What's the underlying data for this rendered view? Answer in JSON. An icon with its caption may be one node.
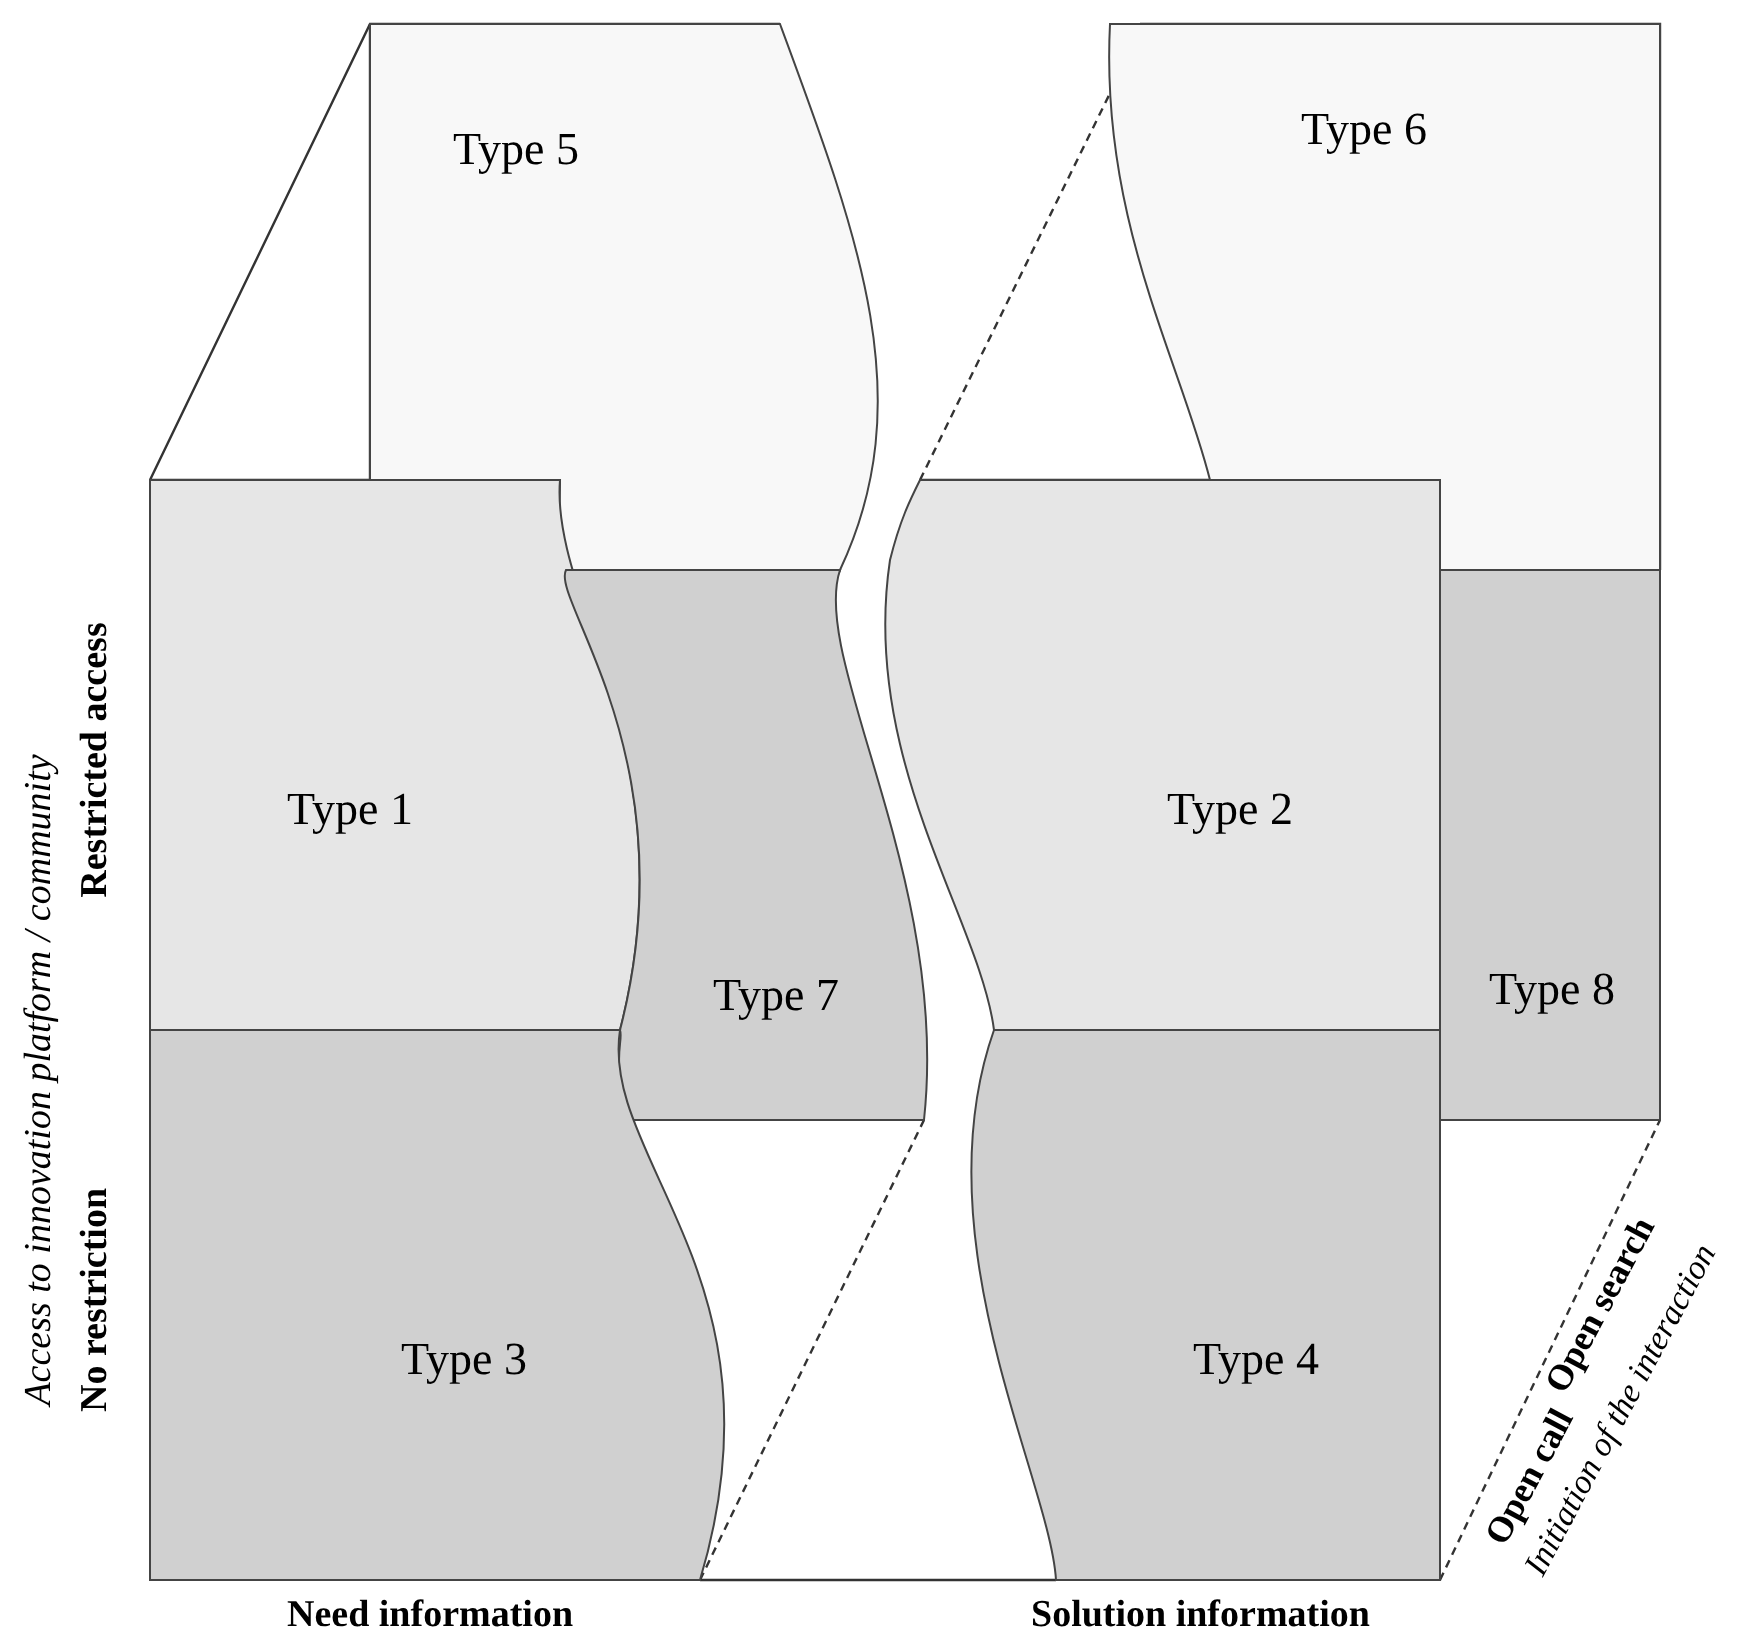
{
  "diagram": {
    "nodes": [
      {
        "text": [
          "Type 5"
        ]
      },
      {
        "text": [
          "Type 6"
        ]
      },
      {
        "text": [
          "Type 1"
        ]
      },
      {
        "text": [
          "Type 2"
        ]
      },
      {
        "text": [
          "Type 7"
        ]
      },
      {
        "text": [
          "Type 8"
        ]
      },
      {
        "text": [
          "Type 3"
        ]
      },
      {
        "text": [
          "Type 4"
        ]
      }
    ],
    "labels": [
      "Access to innovation platform / community",
      "Restricted access",
      "No restriction",
      "Need information",
      "Solution information",
      "Open call",
      "Open search",
      "Initiation of the interaction"
    ]
  }
}
